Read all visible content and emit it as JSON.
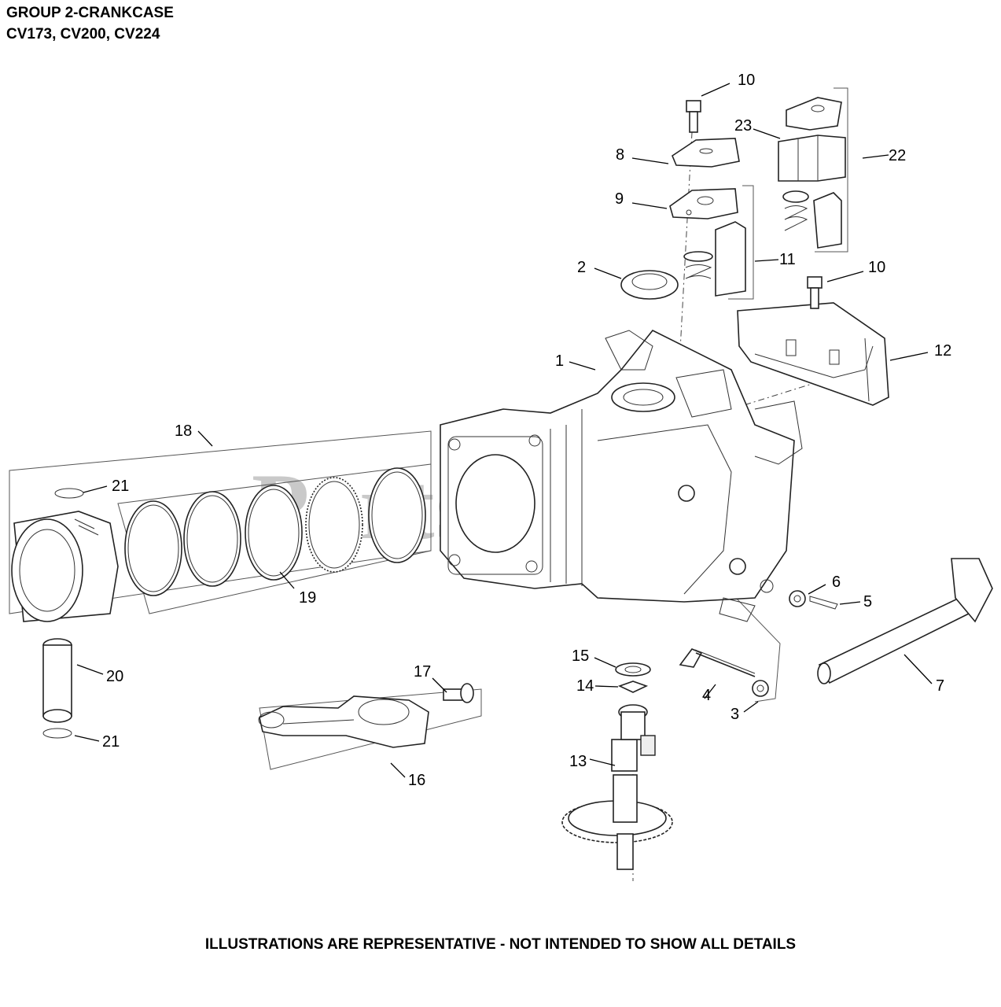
{
  "header": {
    "title": "GROUP 2-CRANKCASE",
    "models": "CV173, CV200, CV224"
  },
  "footer": {
    "disclaimer": "ILLUSTRATIONS ARE REPRESENTATIVE - NOT INTENDED TO SHOW ALL DETAILS"
  },
  "watermark": {
    "text": "PartsTree",
    "tm": "TM",
    "color": "#c9c9c9"
  },
  "callouts": [
    "10",
    "23",
    "22",
    "8",
    "9",
    "11",
    "2",
    "10",
    "1",
    "12",
    "18",
    "21",
    "6",
    "5",
    "19",
    "20",
    "15",
    "14",
    "17",
    "4",
    "3",
    "7",
    "21",
    "13",
    "16"
  ]
}
